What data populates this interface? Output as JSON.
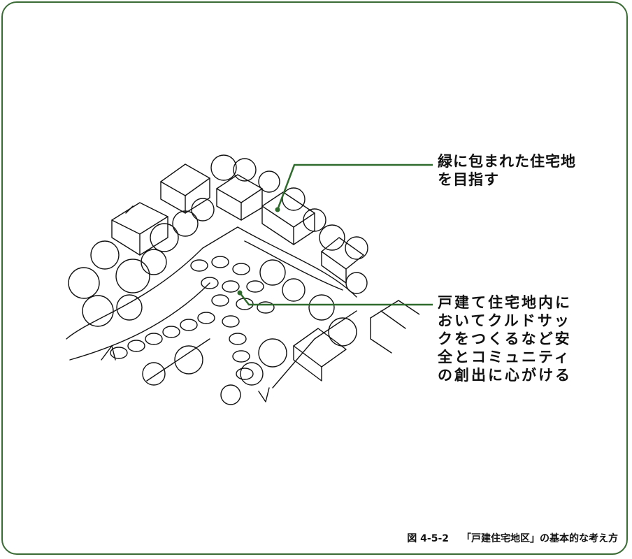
{
  "annotations": [
    {
      "lines": [
        "緑に包まれた住宅地",
        "を目指す"
      ]
    },
    {
      "lines": [
        "戸建て住宅地内に",
        "おいてクルドサッ",
        "クをつくるなど安",
        "全とコミュニティ",
        "の創出に心がける"
      ]
    }
  ],
  "caption": {
    "number": "図 4-5-2",
    "title": "「戸建住宅地区」の基本的な考え方"
  },
  "colors": {
    "frame": "#3a6b35",
    "leader": "#2f6b2c",
    "ink": "#111111"
  }
}
